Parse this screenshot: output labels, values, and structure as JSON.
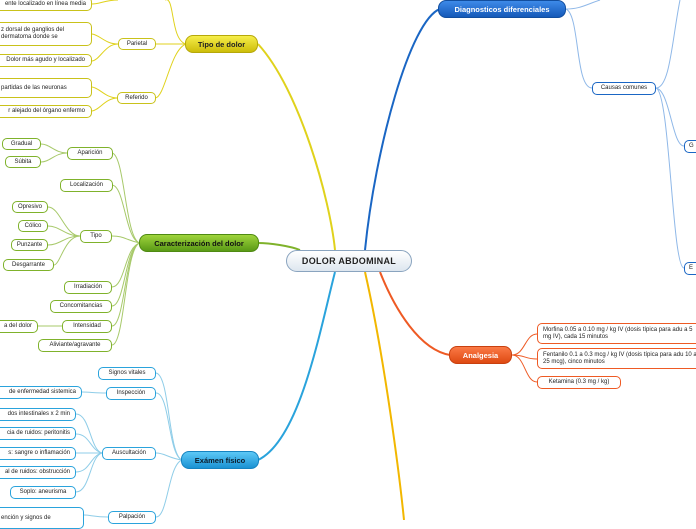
{
  "center": "DOLOR ABDOMINAL",
  "branches": {
    "tipo": {
      "label": "Tipo de dolor",
      "parietal": "Parietal",
      "parietal_notes": [
        "z dorsal de ganglios del dermatoma donde se",
        "Dolor más agudo y localizado"
      ],
      "visceral_note": "ente localizado en línea media",
      "referido": "Referido",
      "referido_notes": [
        "partidas de las neuronas",
        "r alejado del órgano enfermo"
      ]
    },
    "caracterizacion": {
      "label": "Caracterización del dolor",
      "aparicion": "Aparición",
      "aparicion_items": [
        "Gradual",
        "Súbita"
      ],
      "localizacion": "Localización",
      "tipo": "Tipo",
      "tipo_items": [
        "Opresivo",
        "Cólico",
        "Punzante",
        "Desgarrante"
      ],
      "irradiacion": "Irradiación",
      "concomitancias": "Concomitancias",
      "intensidad": "Intensidad",
      "intensidad_note": "a del dolor",
      "aliviante": "Aliviante/agravante"
    },
    "examen": {
      "label": "Exámen físico",
      "signos": "Signos vitales",
      "inspeccion": "Inspección",
      "inspeccion_note": "de enfermedad sistemica",
      "auscultacion": "Auscultación",
      "auscultacion_items": [
        "dos intestinales x 2 min",
        "cia de ruidos: peritonitis",
        "s: sangre o inflamación",
        "al de ruidos: obstrucción",
        "Soplo: aneurisma"
      ],
      "palpacion": "Palpación",
      "palpacion_note": "ención y signos de"
    },
    "analgesia": {
      "label": "Analgesia",
      "items": [
        "Morfina 0.05 a 0.10 mg / kg IV (dosis típica para adu a 5 mg IV), cada 15 minutos",
        "Fentanilo 0.1 a 0.3 mcg / kg IV (dosis típica para adu 10 a 25 mcg), cinco minutos",
        "Ketamina (0.3 mg / kg)"
      ]
    },
    "diagnosticos": {
      "label": "Diagnosticos diferenciales",
      "causas": "Causas comunes",
      "right_stubs": [
        "G",
        "E"
      ]
    }
  },
  "colors": {
    "yellow": "#c9c21a",
    "green": "#7fb22b",
    "cyan": "#2aa3dc",
    "orange": "#ee5a24",
    "blue": "#1a66c4"
  }
}
